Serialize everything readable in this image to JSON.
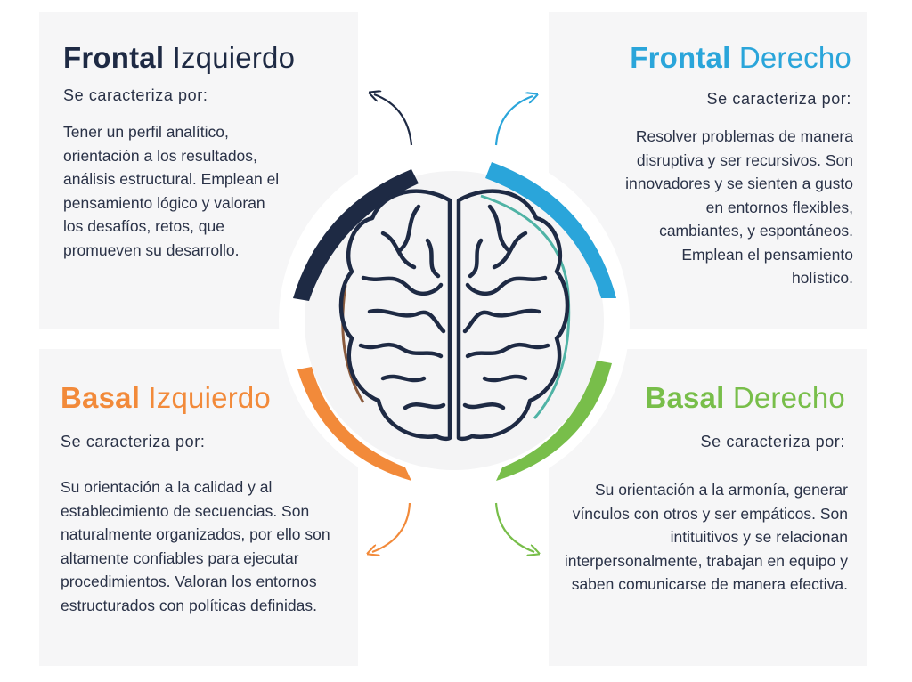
{
  "quadrants": {
    "frontal_izquierdo": {
      "title_bold": "Frontal",
      "title_light": " Izquierdo",
      "subtitle": "Se caracteriza por:",
      "body": "Tener un perfil analítico, orientación a los resultados, análisis estructural. Emplean el pensamiento lógico y valoran los desafíos, retos, que promueven su desarrollo.",
      "color": "#1e2a44"
    },
    "frontal_derecho": {
      "title_bold": "Frontal",
      "title_light": " Derecho",
      "subtitle": "Se caracteriza por:",
      "body": "Resolver problemas de manera disruptiva y ser recursivos. Son innovadores y se sienten a gusto en entornos flexibles, cambiantes, y espontáneos. Emplean el pensamiento holístico.",
      "color": "#2aa5da"
    },
    "basal_izquierdo": {
      "title_bold": "Basal",
      "title_light": " Izquierdo",
      "subtitle": "Se caracteriza por:",
      "body": "Su orientación a la calidad y al establecimiento de secuencias. Son naturalmente organizados, por ello son altamente confiables para ejecutar procedimientos. Valoran los entornos estructurados con políticas definidas.",
      "color": "#f28a3a"
    },
    "basal_derecho": {
      "title_bold": "Basal",
      "title_light": " Derecho",
      "subtitle": "Se caracteriza por:",
      "body": "Su orientación a la armonía, generar vínculos con otros y ser empáticos. Son intituitivos y se relacionan interpersonalmente, trabajan en equipo y saben comunicarse de manera efectiva.",
      "color": "#78be4a"
    }
  },
  "icons": {
    "center": "brain-icon",
    "arrows": [
      "arrow-up-left-icon",
      "arrow-up-right-icon",
      "arrow-down-left-icon",
      "arrow-down-right-icon"
    ]
  },
  "colors": {
    "panel_background": "#f6f6f7",
    "body_text": "#2a3247",
    "brain_outline": "#1e2a44",
    "teal_accent": "#4fb3a5",
    "brown_accent": "#8a5a3c"
  }
}
